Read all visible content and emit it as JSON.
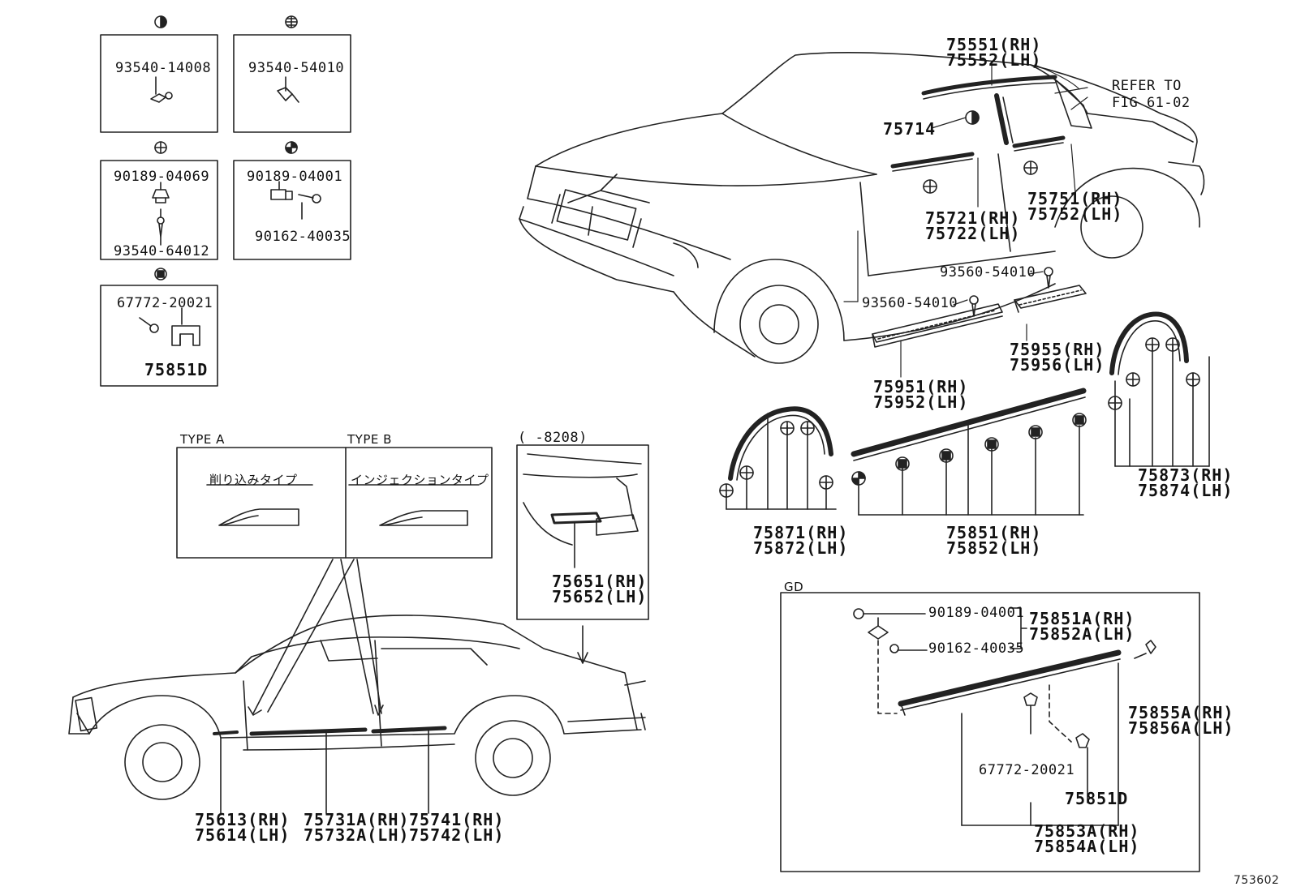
{
  "fasteners": {
    "box1_part": "93540-14008",
    "box2_part": "93540-54010",
    "box3_part_top": "90189-04069",
    "box3_part_bottom": "93540-64012",
    "box4_part_top": "90189-04001",
    "box4_part_bottom": "90162-40035",
    "box5_part_top": "67772-20021",
    "box5_part_bottom": "75851D"
  },
  "types": {
    "type_a_label": "TYPE A",
    "type_b_label": "TYPE B",
    "type_a_jp": "削り込みタイプ",
    "type_b_jp": "インジェクションタイプ",
    "date_label": "(   -8208)",
    "rear_part_rh": "75651(RH)",
    "rear_part_lh": "75652(LH)"
  },
  "top_car": {
    "roof_rh": "75551(RH)",
    "roof_lh": "75552(LH)",
    "refer_line1": "REFER TO",
    "refer_line2": "FIG 61-02",
    "p75714": "75714",
    "front_door_rh": "75721(RH)",
    "front_door_lh": "75722(LH)",
    "rear_door_rh": "75751(RH)",
    "rear_door_lh": "75752(LH)",
    "screw_upper": "93560-54010",
    "screw_lower": "93560-54010",
    "rear_step_rh": "75955(RH)",
    "rear_step_lh": "75956(LH)",
    "front_step_rh": "75951(RH)",
    "front_step_lh": "75952(LH)"
  },
  "moldings": {
    "rear_arch_rh": "75873(RH)",
    "rear_arch_lh": "75874(LH)",
    "front_arch_rh": "75871(RH)",
    "front_arch_lh": "75872(LH)",
    "rocker_rh": "75851(RH)",
    "rocker_lh": "75852(LH)"
  },
  "side_car": {
    "fender_rh": "75613(RH)",
    "fender_lh": "75614(LH)",
    "front_door_rh": "75731A(RH)",
    "front_door_lh": "75732A(LH)",
    "rear_door_rh": "75741(RH)",
    "rear_door_lh": "75742(LH)"
  },
  "gd": {
    "title": "GD",
    "bolt": "90189-04001",
    "screw": "90162-40035",
    "bracket_rh": "75851A(RH)",
    "bracket_lh": "75852A(LH)",
    "rear_clip_rh": "75855A(RH)",
    "rear_clip_lh": "75856A(LH)",
    "clip": "67772-20021",
    "clip_part": "75851D",
    "molding_rh": "75853A(RH)",
    "molding_lh": "75854A(LH)"
  },
  "figure_number": "753602"
}
